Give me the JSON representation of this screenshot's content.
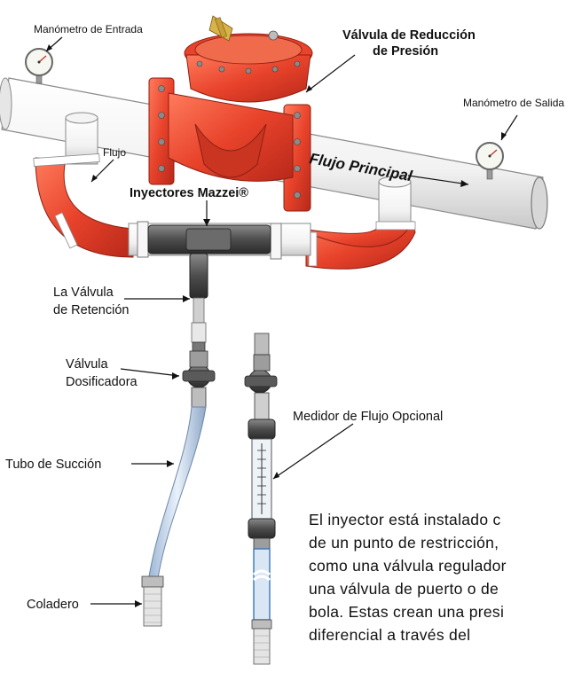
{
  "labels": {
    "inlet_gauge": "Manómetro de Entrada",
    "prv_line1": "Válvula de Reducción",
    "prv_line2": "de Presión",
    "outlet_gauge": "Manómetro de Salida",
    "flow": "Flujo",
    "main_flow": "Flujo Principal",
    "injectors": "Inyectores Mazzei®",
    "check_valve_line1": "La Válvula",
    "check_valve_line2": "de Retención",
    "metering_valve_line1": "Válvula",
    "metering_valve_line2": "Dosificadora",
    "flow_meter": "Medidor de Flujo Opcional",
    "suction_tube": "Tubo de Succión",
    "strainer": "Coladero"
  },
  "description": [
    "El inyector está instalado c",
    "de un punto de restricción,",
    "como una válvula regulador",
    "una válvula de puerto o de",
    "bola. Estas crean una presi",
    "diferencial a través del"
  ]
}
